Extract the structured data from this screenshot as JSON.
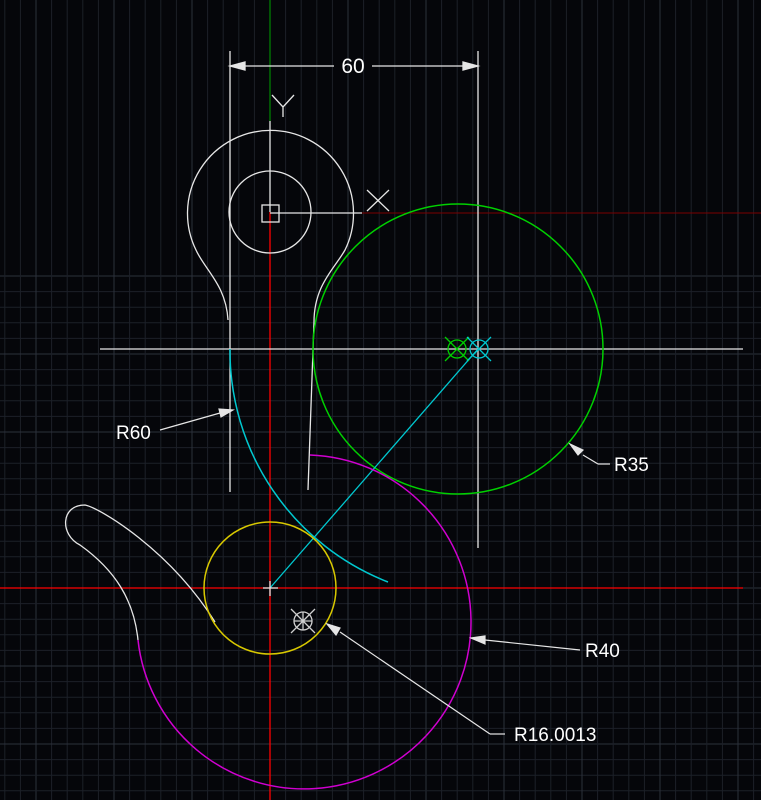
{
  "viewport": {
    "background": "#05060a",
    "grid_minor": "#1c2028",
    "grid_major": "#2c313b"
  },
  "colors": {
    "axis_x": "#ff0000",
    "axis_y_top": "#00a000",
    "white": "#e6e6e6",
    "green": "#00d000",
    "cyan": "#00c8d0",
    "magenta": "#d000d0",
    "yellow": "#d8c800"
  },
  "ucs_icon": {
    "x_label": "X",
    "y_label": "Y"
  },
  "dimensions": {
    "linear": "60",
    "radius_60": "R60",
    "radius_35": "R35",
    "radius_40": "R40",
    "radius_16": "R16.0013"
  }
}
